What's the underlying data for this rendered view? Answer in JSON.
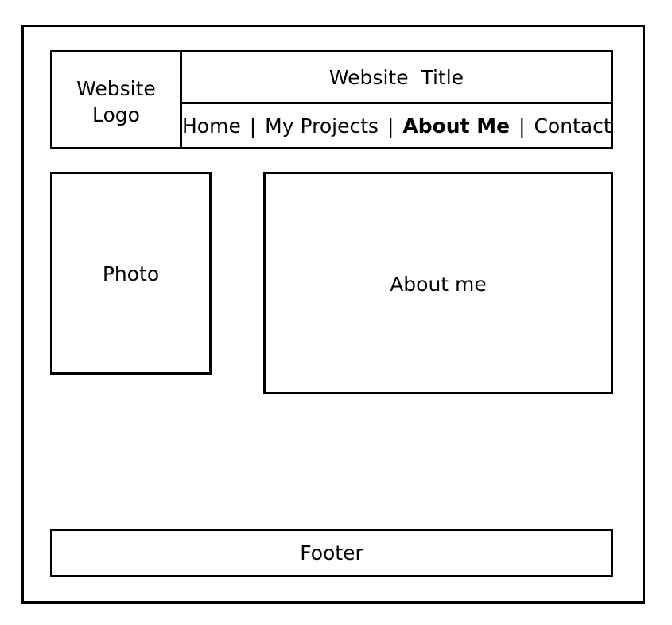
{
  "page": {
    "logo_text": "Website Logo",
    "title": "Website  Title",
    "nav": {
      "items": [
        "Home",
        "My Projects",
        "About Me",
        "Contact"
      ],
      "separator": "|",
      "active": "About Me"
    },
    "photo_label": "Photo",
    "about_label": "About me",
    "footer_label": "Footer"
  },
  "colors": {
    "border": "#000000",
    "background": "#ffffff",
    "text": "#000000"
  }
}
